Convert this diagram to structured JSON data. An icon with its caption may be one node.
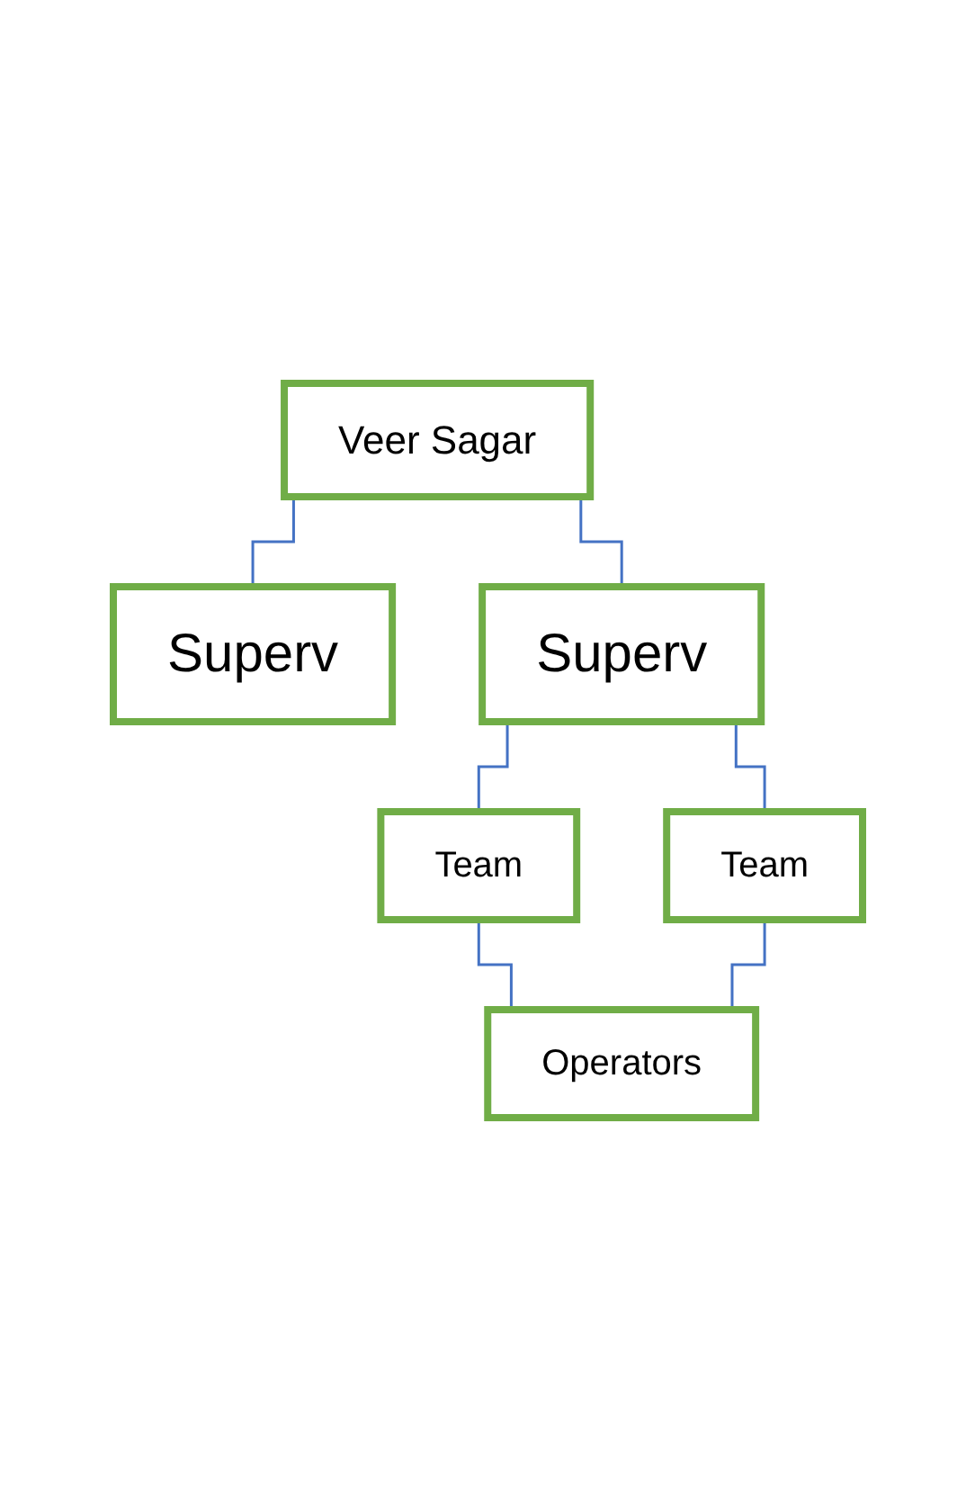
{
  "diagram": {
    "nodes": [
      {
        "text": [
          "Veer Sagar"
        ]
      },
      {
        "text": [
          "Superv"
        ]
      },
      {
        "text": [
          "Superv"
        ]
      },
      {
        "text": [
          "Team"
        ]
      },
      {
        "text": [
          "Team"
        ]
      },
      {
        "text": [
          "Operators"
        ]
      }
    ],
    "edges": [
      {
        "from": 0,
        "to": 1,
        "arrow": "none"
      },
      {
        "from": 0,
        "to": 2,
        "arrow": "none"
      },
      {
        "from": 2,
        "to": 3,
        "arrow": "none"
      },
      {
        "from": 2,
        "to": 4,
        "arrow": "none"
      },
      {
        "from": 3,
        "to": 5,
        "arrow": "none"
      },
      {
        "from": 4,
        "to": 5,
        "arrow": "none"
      }
    ]
  }
}
